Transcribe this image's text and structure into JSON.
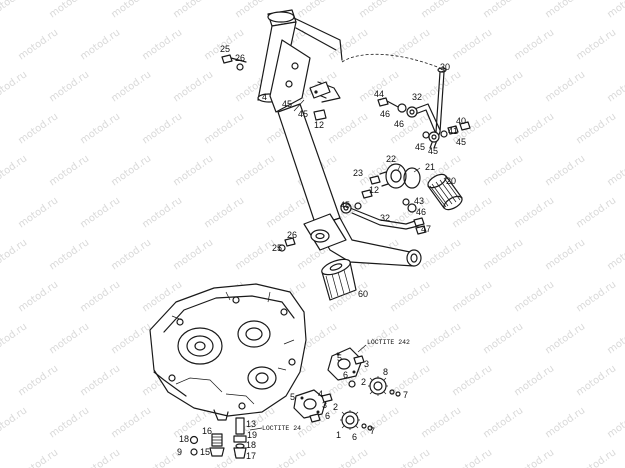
{
  "watermark": "motod.ru",
  "notes": {
    "loctite_top": "LOCTITE 242",
    "loctite_bottom": "LOCTITE 24"
  },
  "callouts": {
    "c25a": "25",
    "c26a": "26",
    "c30": "30",
    "c44": "44",
    "c32a": "32",
    "c4": "4",
    "c45a": "45",
    "c45b": "45",
    "c12a": "12",
    "c46a": "46",
    "c46b": "46",
    "c40": "40",
    "c45c": "45",
    "c45d": "45",
    "c41": "41",
    "c45e": "45",
    "c22": "22",
    "c21": "21",
    "c23": "23",
    "c20": "20",
    "c12b": "12",
    "c45f": "45",
    "c43": "43",
    "c46c": "46",
    "c32b": "32",
    "c47": "47",
    "c26b": "26",
    "c25b": "25",
    "c60": "60",
    "c5a": "5",
    "c3": "3",
    "c6a": "6",
    "c2a": "2",
    "c8": "8",
    "c7a": "7",
    "c5b": "5",
    "c4b": "4",
    "c3b": "3",
    "c6b": "6",
    "c2b": "2",
    "c1": "1",
    "c6c": "6",
    "c7b": "7",
    "c13": "13",
    "c16": "16",
    "c19": "19",
    "c18a": "18",
    "c18b": "18",
    "c9": "9",
    "c15": "15",
    "c17": "17"
  }
}
